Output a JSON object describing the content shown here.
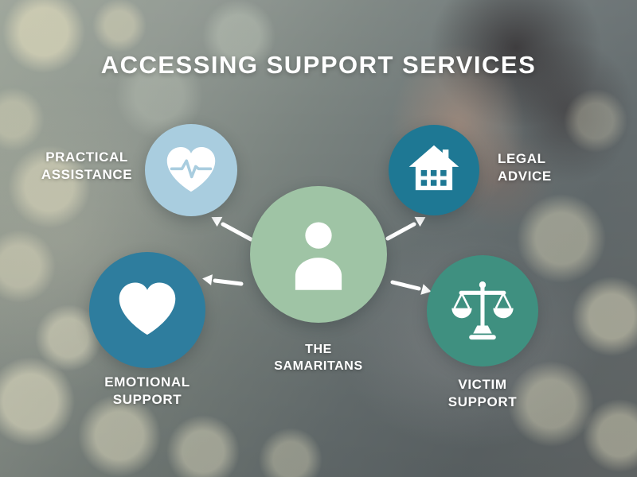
{
  "title": "ACCESSING SUPPORT SERVICES",
  "colors": {
    "text": "#ffffff",
    "arrow": "#ffffff"
  },
  "center": {
    "id": "the-samaritans",
    "label": "THE\nSAMARITANS",
    "color": "#9fc4a5",
    "icon": "person-icon"
  },
  "nodes": [
    {
      "id": "practical-assistance",
      "label": "PRACTICAL\nASSISTANCE",
      "color": "#a9cddf",
      "icon": "heart-pulse-icon"
    },
    {
      "id": "legal-advice",
      "label": "LEGAL\nADVICE",
      "color": "#1e7894",
      "icon": "house-icon"
    },
    {
      "id": "emotional-support",
      "label": "EMOTIONAL\nSUPPORT",
      "color": "#2e7d9e",
      "icon": "heart-icon"
    },
    {
      "id": "victim-support",
      "label": "VICTIM\nSUPPORT",
      "color": "#3f9080",
      "icon": "scales-icon"
    }
  ]
}
